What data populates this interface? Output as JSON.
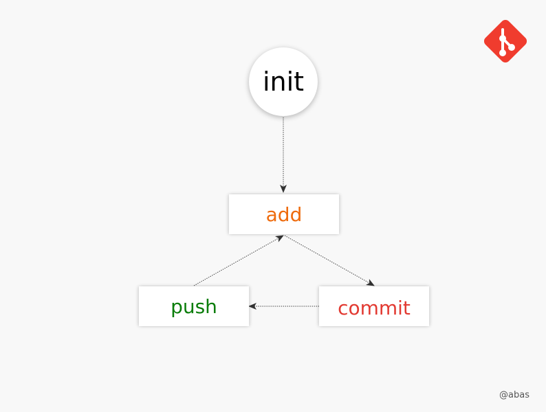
{
  "nodes": {
    "init": {
      "label": "init",
      "color": "#000000"
    },
    "add": {
      "label": "add",
      "color": "#ee6b0d"
    },
    "push": {
      "label": "push",
      "color": "#0a7d0a"
    },
    "commit": {
      "label": "commit",
      "color": "#e23a32"
    }
  },
  "logo": {
    "icon": "git-logo-icon",
    "color": "#f03c2e"
  },
  "credit": {
    "text": "@abas"
  }
}
